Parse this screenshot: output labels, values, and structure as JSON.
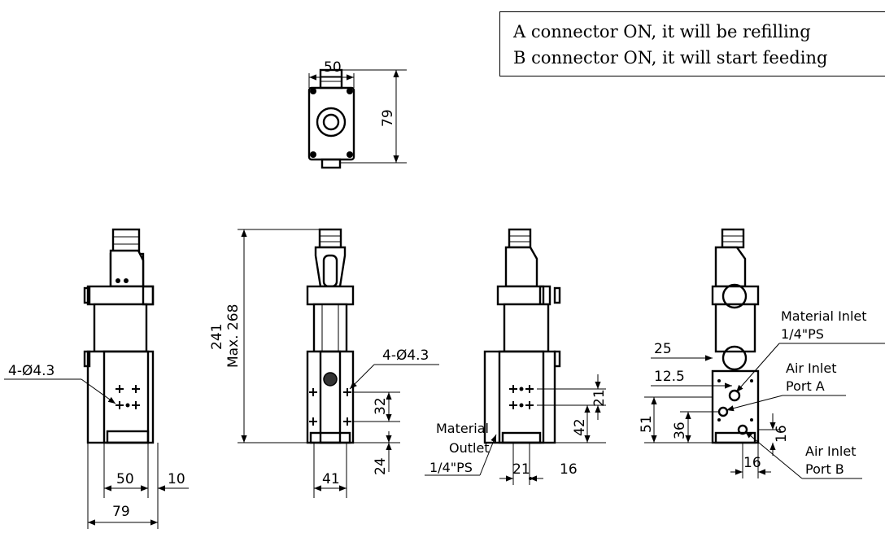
{
  "notes": [
    "A connector ON, it will be refilling",
    "B connector ON, it will start feeding"
  ],
  "top_view": {
    "width": "50",
    "height": "79"
  },
  "left_view": {
    "holes": "4-Ø4.3",
    "inner_width": "50",
    "offset": "10",
    "overall_width": "79"
  },
  "front_view": {
    "height": "241",
    "max_height": "Max. 268",
    "holes": "4-Ø4.3",
    "hole_spacing": "32",
    "bottom": "24",
    "width": "41"
  },
  "side_view": {
    "spacing_a": "21",
    "spacing_b": "42",
    "width_a": "21",
    "width_b": "16",
    "outlet_label_1": "Material",
    "outlet_label_2": "Outlet",
    "outlet_label_3": "1/4\"PS"
  },
  "rear_view": {
    "dim_25": "25",
    "dim_125": "12.5",
    "dim_51": "51",
    "dim_36": "36",
    "dim_16v": "16",
    "dim_16h": "16",
    "material_inlet_1": "Material Inlet",
    "material_inlet_2": "1/4\"PS",
    "air_a_1": "Air Inlet",
    "air_a_2": "Port A",
    "air_b_1": "Air Inlet",
    "air_b_2": "Port B"
  }
}
